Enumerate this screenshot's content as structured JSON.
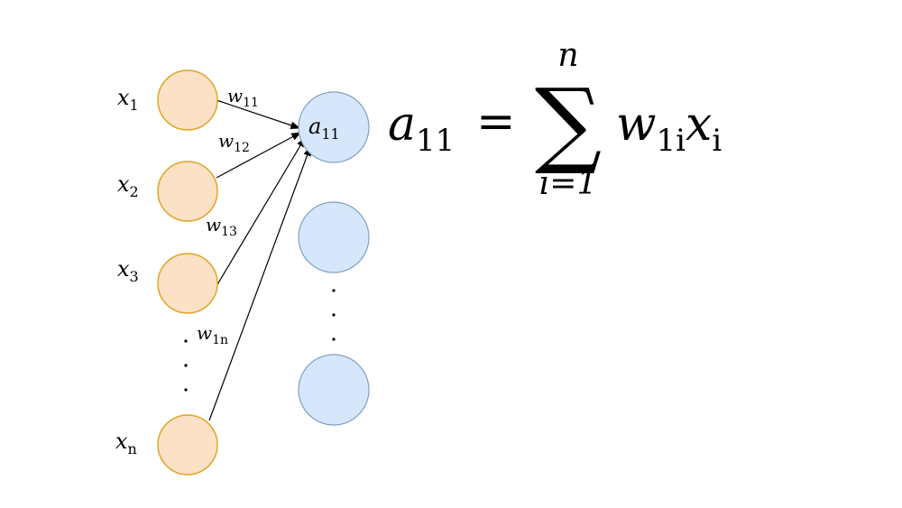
{
  "inputs": [
    {
      "var": "x",
      "sub": "1"
    },
    {
      "var": "x",
      "sub": "2"
    },
    {
      "var": "x",
      "sub": "3"
    },
    {
      "var": "x",
      "sub": "n"
    }
  ],
  "weights": [
    {
      "var": "w",
      "sub": "11"
    },
    {
      "var": "w",
      "sub": "12"
    },
    {
      "var": "w",
      "sub": "13"
    },
    {
      "var": "w",
      "sub": "1n"
    }
  ],
  "output_node": {
    "var": "a",
    "sub": "11"
  },
  "equation": {
    "lhs_var": "a",
    "lhs_sub": "11",
    "equals": "=",
    "sum_symbol": "∑",
    "upper_limit": "n",
    "lower_limit": "i=1",
    "term1_var": "w",
    "term1_sub": "1i",
    "term2_var": "x",
    "term2_sub": "i"
  },
  "ellipsis": ".",
  "colors": {
    "input_fill": "#fbe1c6",
    "input_stroke": "#e0a529",
    "hidden_fill": "#d7e7fb",
    "hidden_stroke": "#7f9fc4"
  }
}
